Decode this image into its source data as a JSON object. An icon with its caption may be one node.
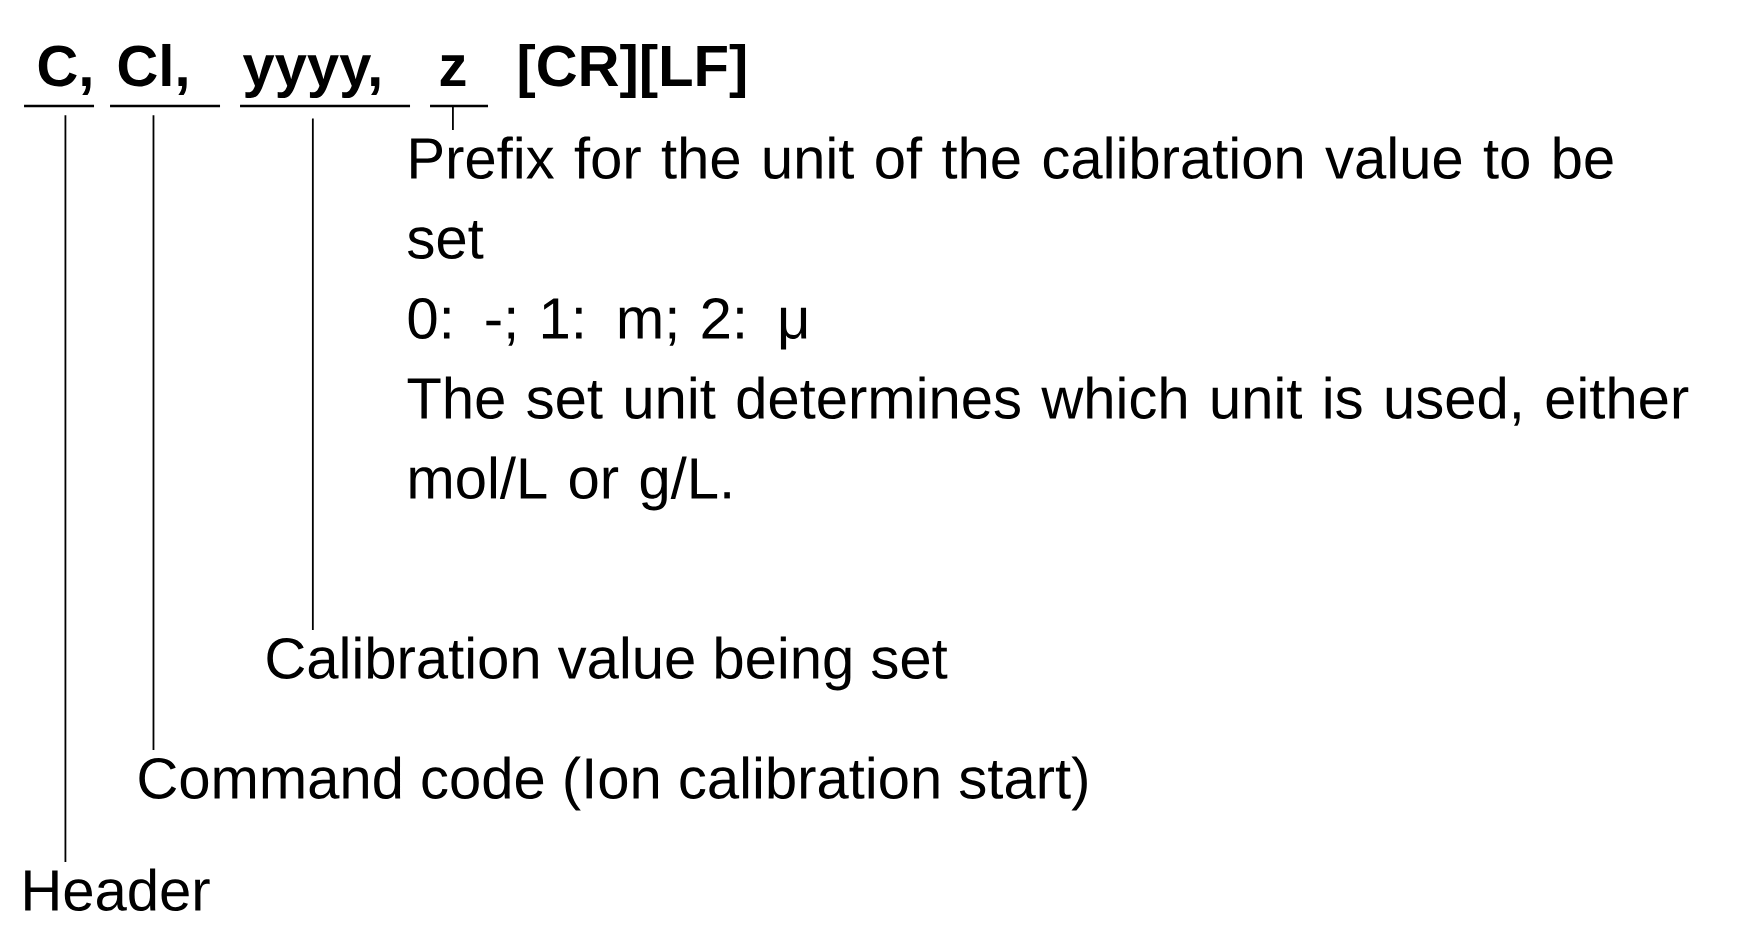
{
  "diagram": {
    "nodes": [
      {
        "text": [
          "C,"
        ]
      },
      {
        "text": [
          "Cl,"
        ]
      },
      {
        "text": [
          "yyyy,"
        ]
      },
      {
        "text": [
          "z"
        ]
      },
      {
        "text": [
          "Prefix for the unit of the calibration value to be set",
          "0: -; 1: m; 2:  μ",
          "The set unit determines which unit is used, either mol/L or g/L."
        ]
      },
      {
        "text": [
          "Calibration value being set"
        ]
      },
      {
        "text": [
          "Command code (Ion calibration start)"
        ]
      },
      {
        "text": [
          "Header"
        ]
      }
    ],
    "edges": [
      {
        "from": 0,
        "to": 7,
        "arrow": "none"
      },
      {
        "from": 1,
        "to": 6,
        "arrow": "none"
      },
      {
        "from": 2,
        "to": 5,
        "arrow": "none"
      },
      {
        "from": 3,
        "to": 4,
        "arrow": "none"
      }
    ],
    "labels": [
      "[CR][LF]"
    ]
  }
}
